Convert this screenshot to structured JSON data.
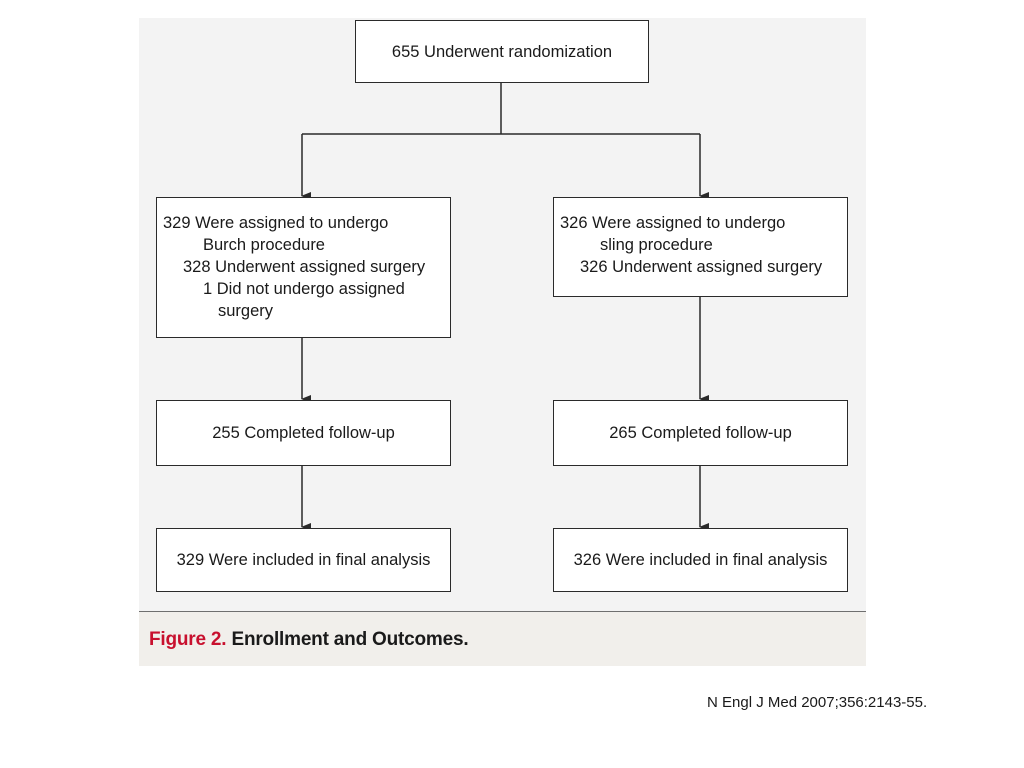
{
  "flowchart": {
    "top_box": "655 Underwent randomization",
    "left_assigned": {
      "line1": "329 Were assigned to undergo",
      "line2": "Burch procedure",
      "line3": "328 Underwent assigned surgery",
      "line4": "1 Did not undergo assigned",
      "line5": "surgery"
    },
    "right_assigned": {
      "line1": "326 Were assigned to undergo",
      "line2": "sling procedure",
      "line3": "326 Underwent assigned surgery"
    },
    "left_followup": "255 Completed follow-up",
    "right_followup": "265 Completed follow-up",
    "left_analysis": "329 Were included in final analysis",
    "right_analysis": "326 Were included in final analysis"
  },
  "caption": {
    "label": "Figure 2.",
    "title": "Enrollment and Outcomes."
  },
  "citation": "N Engl J Med 2007;356:2143-55."
}
